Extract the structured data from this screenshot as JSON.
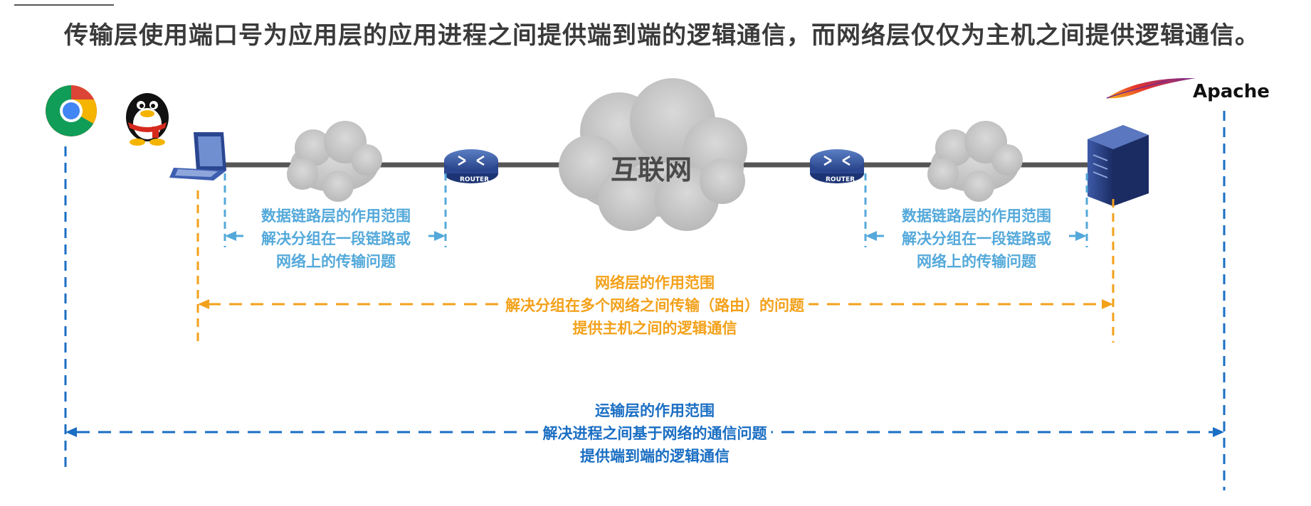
{
  "headline": "传输层使用端口号为应用层的应用进程之间提供端到端的逻辑通信，而网络层仅仅为主机之间提供逻辑通信。",
  "internet_label": "互联网",
  "router_label": "ROUTER",
  "apache_label": "Apache",
  "datalink_left": {
    "line1": "数据链路层的作用范围",
    "line2": "解决分组在一段链路或",
    "line3": "网络上的传输问题"
  },
  "datalink_right": {
    "line1": "数据链路层的作用范围",
    "line2": "解决分组在一段链路或",
    "line3": "网络上的传输问题"
  },
  "network_scope": {
    "line1": "网络层的作用范围",
    "line2": "解决分组在多个网络之间传输（路由）的问题",
    "line3": "提供主机之间的逻辑通信"
  },
  "transport_scope": {
    "line1": "运输层的作用范围",
    "line2": "解决进程之间基于网络的通信问题",
    "line3": "提供端到端的逻辑通信"
  },
  "colors": {
    "datalink": "#54a9da",
    "network": "#f3a11a",
    "transport": "#1a6ec3",
    "link_line": "#555555",
    "headline": "#3a3a3a"
  },
  "icons": [
    "chrome-icon",
    "qq-penguin-icon",
    "laptop-icon",
    "cloud-icon",
    "router-icon",
    "internet-cloud-icon",
    "server-icon",
    "apache-feather-icon"
  ]
}
